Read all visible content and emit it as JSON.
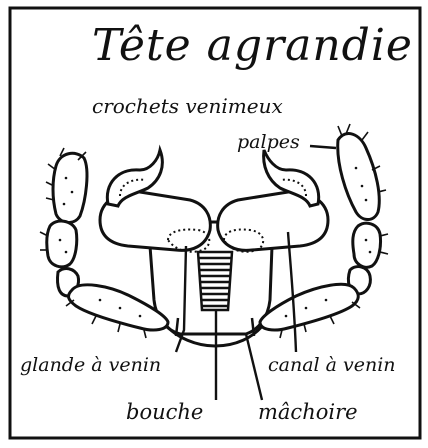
{
  "title": "Tête agrandie",
  "labels": {
    "crochets": "crochets venimeux",
    "palpes": "palpes",
    "glande": "glande à venin",
    "canal": "canal à venin",
    "bouche": "bouche",
    "machoire": "mâchoire"
  },
  "colors": {
    "ink": "#111111",
    "paper": "#ffffff"
  }
}
